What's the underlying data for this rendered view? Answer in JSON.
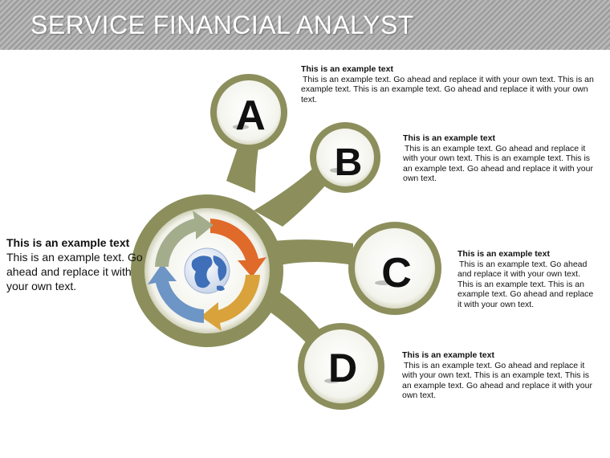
{
  "header": {
    "title": "SERVICE FINANCIAL ANALYST"
  },
  "left_text": {
    "heading": "This is an example text",
    "body": "This is an example text. Go ahead and replace it with your own text."
  },
  "nodes": [
    {
      "letter": "A",
      "heading": "This is an example text",
      "body": "This is an example text. Go ahead and replace it with your own text. This is an example text. This is an example text. Go ahead and replace it with your own text."
    },
    {
      "letter": "B",
      "heading": "This is an example text",
      "body": "This is an example text. Go ahead and replace it with your own text. This is an example text. This is an example text. Go ahead and replace it with your own text."
    },
    {
      "letter": "C",
      "heading": "This is an example text",
      "body": "This is an example text. Go ahead and replace it with your own text. This is an example text. This is an example text. Go ahead and replace it with your own text."
    },
    {
      "letter": "D",
      "heading": "This is an example text",
      "body": "This is an example text. Go ahead and replace it with your own text. This is an example text. This is an example text. Go ahead and replace it with your own text."
    }
  ],
  "colors": {
    "olive": "#8c8f5c",
    "olive_light": "#b9bc8c",
    "arrow_orange": "#e06a2a",
    "arrow_gold": "#d9a23a",
    "arrow_blue": "#6d95c5",
    "arrow_green": "#a3ad8c"
  },
  "icons": {
    "center": "globe-icon"
  }
}
